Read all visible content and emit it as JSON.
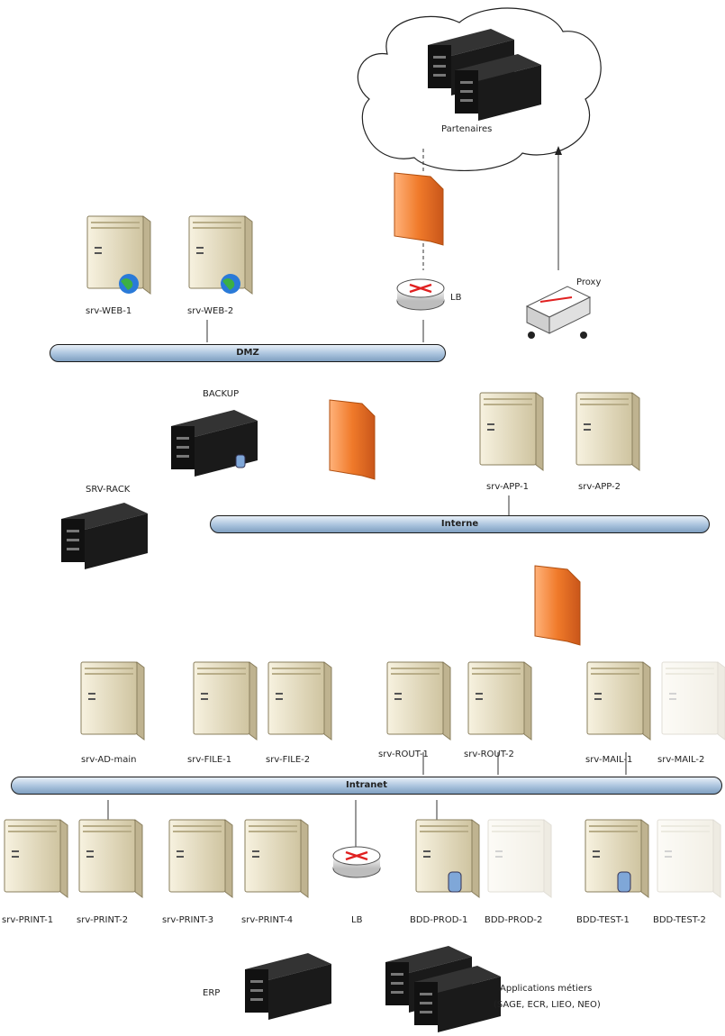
{
  "cloud": {
    "label": "Partenaires"
  },
  "networks": {
    "dmz": "DMZ",
    "internal": "Interne",
    "intranet": "Intranet"
  },
  "dmz": {
    "web1": "srv-WEB-1",
    "web2": "srv-WEB-2",
    "lb": "LB",
    "proxy": "Proxy"
  },
  "middle": {
    "backup": "BACKUP",
    "srv_rack": "SRV-RACK",
    "app1": "srv-APP-1",
    "app2": "srv-APP-2"
  },
  "intranet_row1": [
    "srv-AD-main",
    "srv-FILE-1",
    "srv-FILE-2",
    "srv-ROUT-1",
    "srv-ROUT-2",
    "srv-MAIL-1",
    "srv-MAIL-2"
  ],
  "intranet_row2": [
    "srv-PRINT-1",
    "srv-PRINT-2",
    "srv-PRINT-3",
    "srv-PRINT-4",
    "LB",
    "BDD-PROD-1",
    "BDD-PROD-2",
    "BDD-TEST-1",
    "BDD-TEST-2"
  ],
  "bottom": {
    "erp": "ERP",
    "apps": "Applications métiers",
    "apps_sub": "(SAGE, ECR, LIEO, NEO)"
  },
  "colors": {
    "bus": "#a9c3dd",
    "firewall": "#f07a2a",
    "tower": "#efe6c8",
    "rack": "#1a1a1a"
  }
}
